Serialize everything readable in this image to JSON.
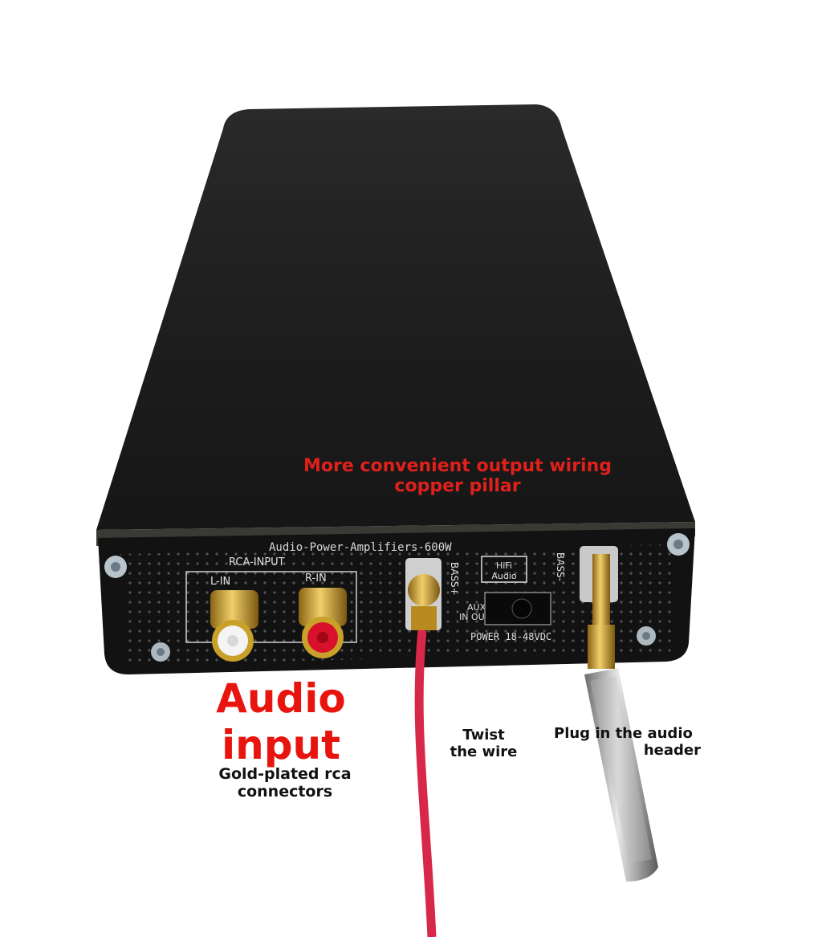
{
  "callouts": {
    "output_wiring_line1": "More convenient output wiring",
    "output_wiring_line2": "copper pillar",
    "audio_input": "Audio input",
    "gold_rca_line1": "Gold-plated rca",
    "gold_rca_line2": "connectors",
    "twist_line1": "Twist",
    "twist_line2": "the wire",
    "plug_line1": "Plug in the audio",
    "plug_line2": "header"
  },
  "panel": {
    "model_text": "Audio-Power-Amplifiers-600W",
    "rca_input": "RCA-INPUT",
    "l_in": "L-IN",
    "r_in": "R-IN",
    "bass_plus": "BASS+",
    "bass_minus": "BASS-",
    "hifi_line1": "HiFi",
    "hifi_line2": "Audio",
    "aux_line1": "AUX",
    "aux_line2": "IN OUT",
    "power": "POWER 18-48VDC"
  },
  "colors": {
    "callout_red": "#e0201a",
    "enclosure": "#1c1c1c",
    "wire_red": "#d8284a",
    "gold": "#c9a02a"
  }
}
